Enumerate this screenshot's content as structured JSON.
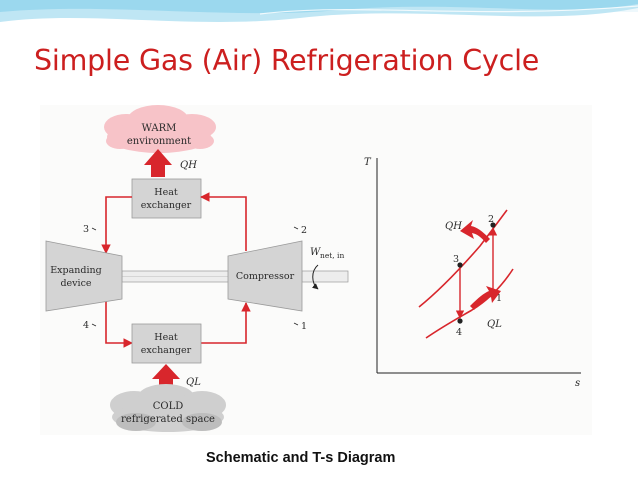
{
  "slide": {
    "title": "Simple Gas (Air) Refrigeration Cycle",
    "caption": "Schematic and T-s Diagram",
    "title_color": "#cc1f1f",
    "accent_color": "#d8262c",
    "header_wave_color": "#8fd3ec"
  },
  "schematic": {
    "warm_env": {
      "line1": "WARM",
      "line2": "environment"
    },
    "cold_space": {
      "line1": "COLD",
      "line2": "refrigerated space"
    },
    "hx_top": {
      "line1": "Heat",
      "line2": "exchanger"
    },
    "hx_bottom": {
      "line1": "Heat",
      "line2": "exchanger"
    },
    "expander": {
      "line1": "Expanding",
      "line2": "device"
    },
    "compressor": {
      "label": "Compressor"
    },
    "heat_out_label": "QH",
    "heat_in_label": "QL",
    "work": {
      "main": "W",
      "sub": "net, in"
    },
    "state_points": [
      "1",
      "2",
      "3",
      "4"
    ]
  },
  "ts_diagram": {
    "y_axis_label": "T",
    "x_axis_label": "s",
    "heat_out_label": "QH",
    "heat_in_label": "QL",
    "state_points": [
      "1",
      "2",
      "3",
      "4"
    ]
  }
}
